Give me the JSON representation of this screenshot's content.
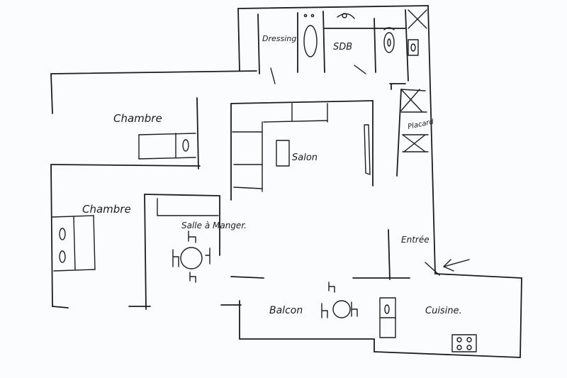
{
  "rooms": {
    "dressing": "Dressing",
    "sdb": "SDB",
    "chambre_1": "Chambre",
    "chambre_2": "Chambre",
    "salon": "Salon",
    "placard": "Placard",
    "salle_a_manger": "Salle à Manger.",
    "entree": "Entrée",
    "balcon": "Balcon",
    "cuisine": "Cuisine."
  },
  "colors": {
    "ink": "#1c1c1c",
    "paper": "#fbfcfd"
  }
}
